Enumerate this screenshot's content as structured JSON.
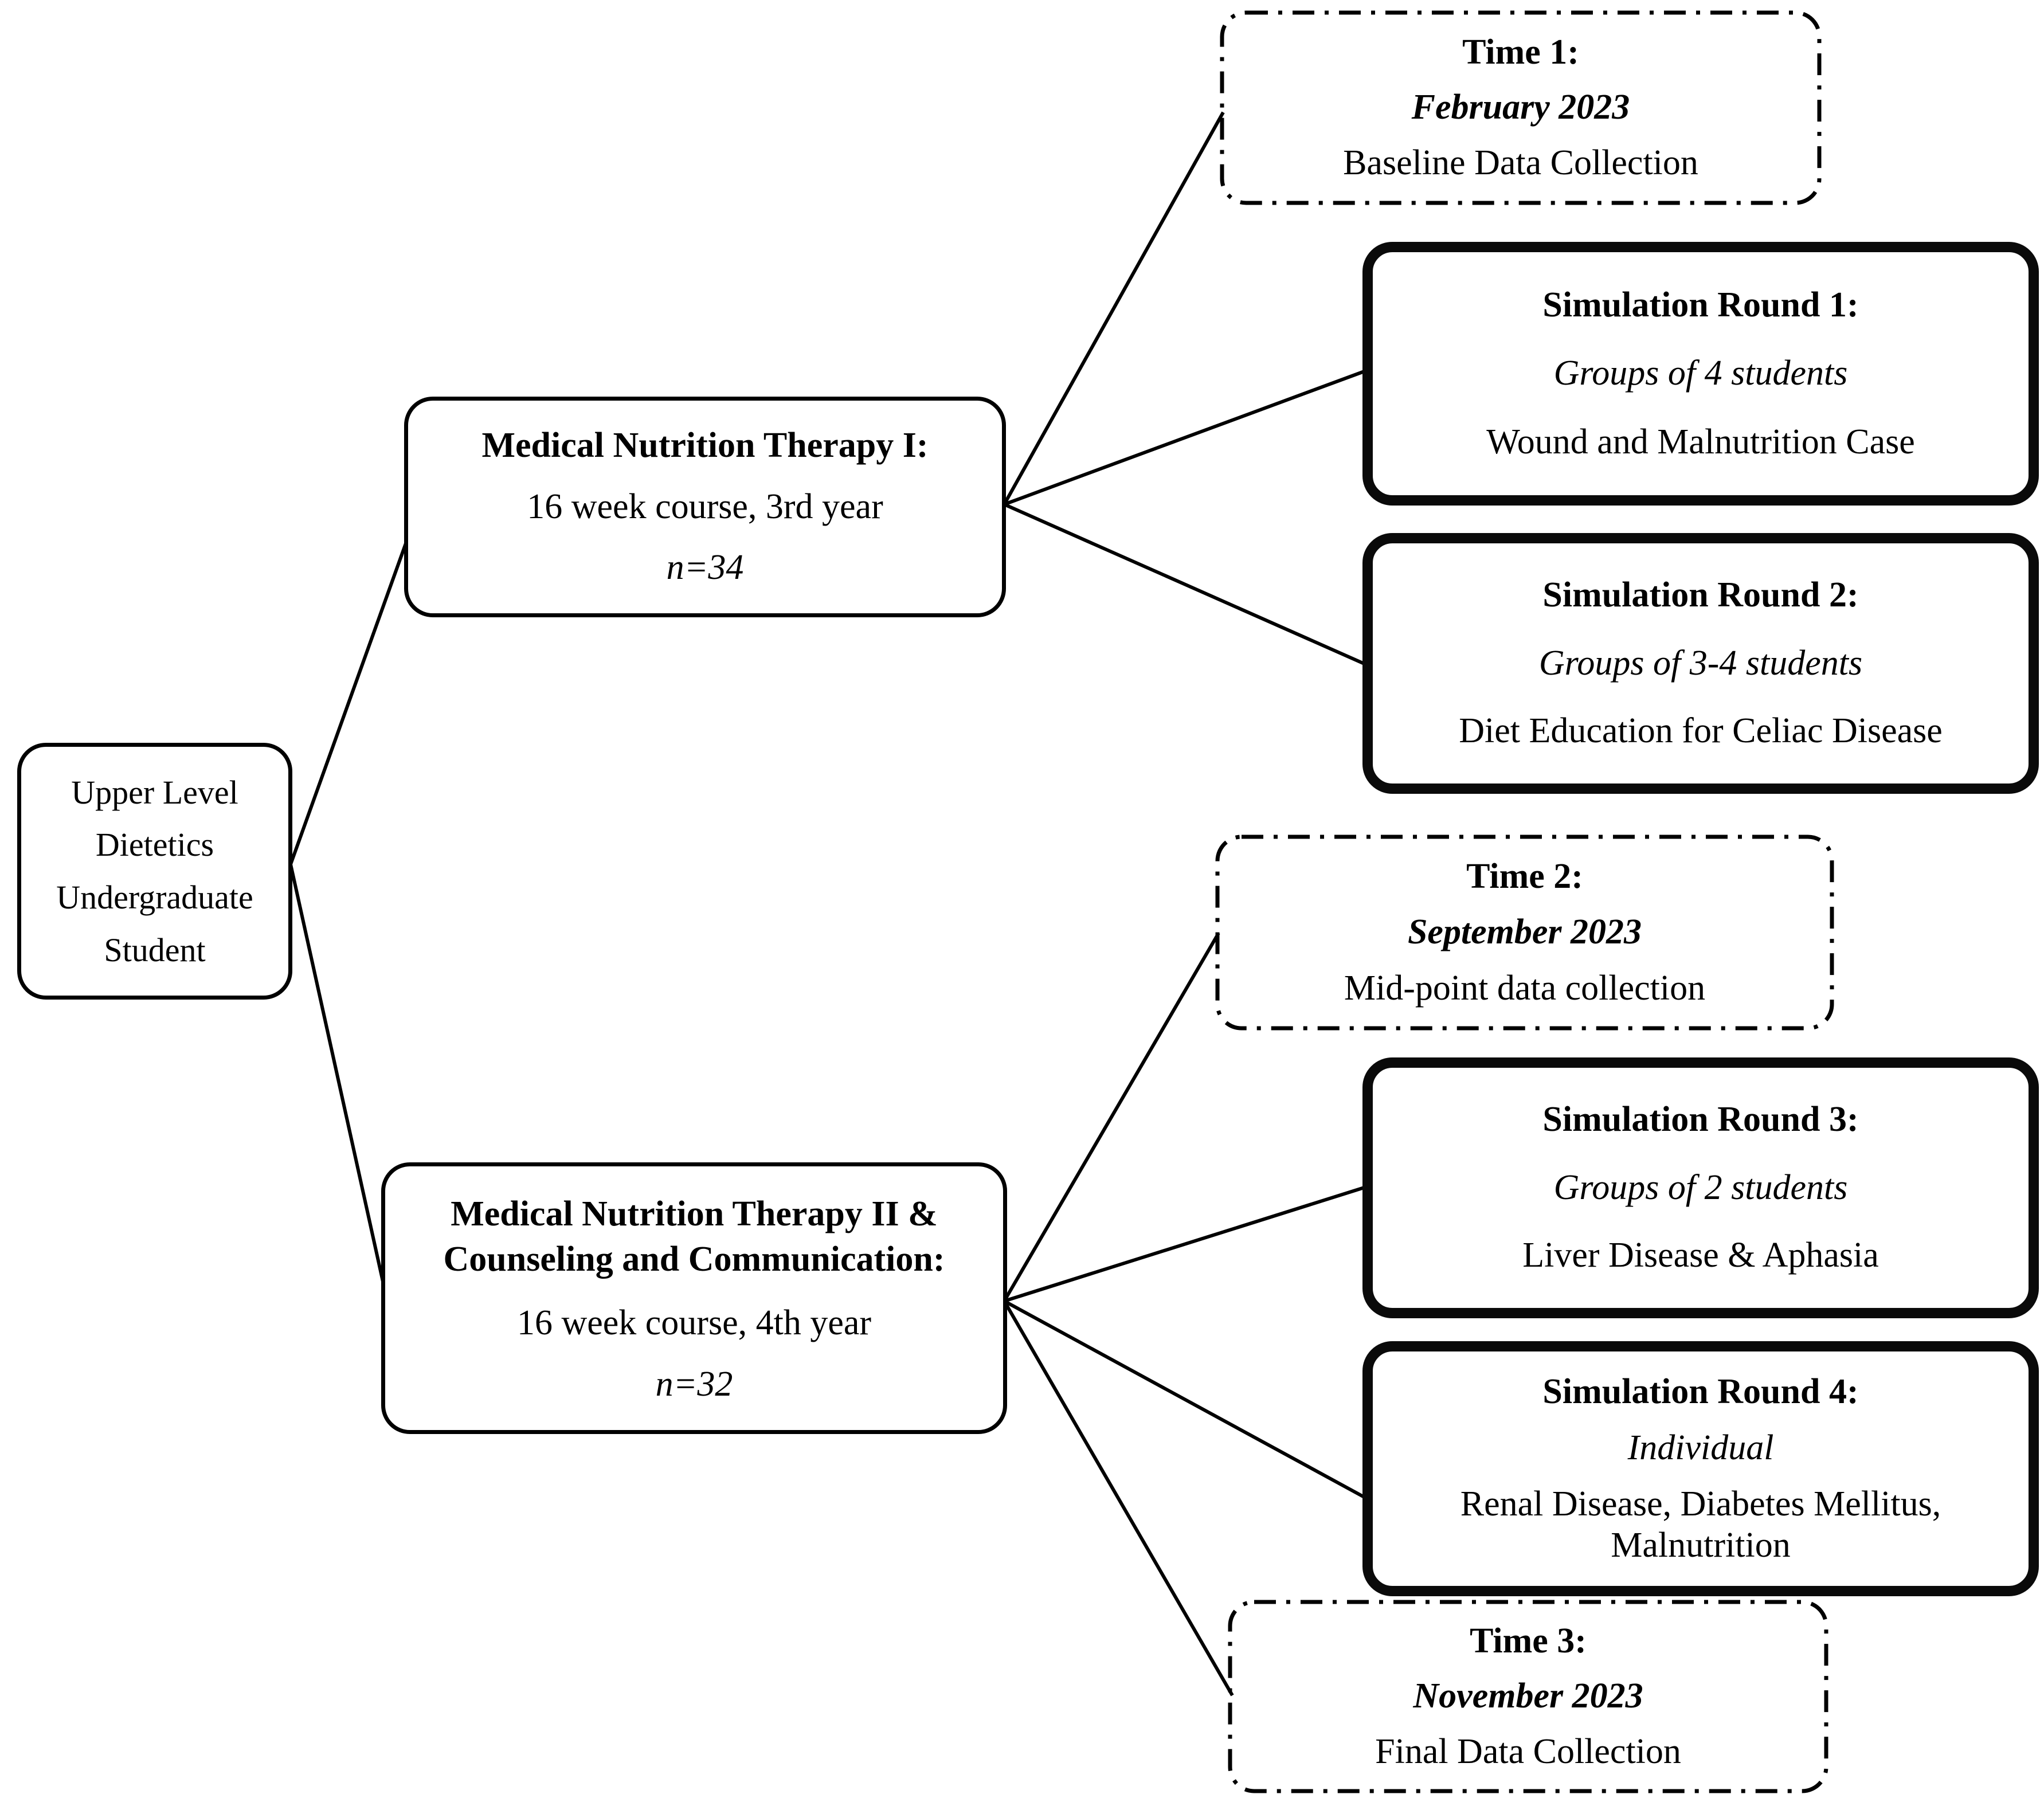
{
  "figure": {
    "description": "Study design flow diagram",
    "colors": {
      "ink": "#000000",
      "background": "#ffffff"
    }
  },
  "nodes": {
    "student": {
      "line1": "Upper Level",
      "line2": "Dietetics",
      "line3": "Undergraduate",
      "line4": "Student"
    },
    "mnt1": {
      "title": "Medical Nutrition Therapy I:",
      "detail": "16 week course, 3rd year",
      "enrollment": "n=34"
    },
    "mnt2": {
      "title1": "Medical Nutrition Therapy II &",
      "title2": "Counseling and Communication:",
      "detail": "16 week course, 4th year",
      "enrollment": "n=32"
    },
    "time1": {
      "title": "Time 1:",
      "date": "February 2023",
      "description": "Baseline Data Collection"
    },
    "sim1": {
      "title": "Simulation Round 1:",
      "grouping": "Groups of 4 students",
      "case": "Wound and Malnutrition Case"
    },
    "sim2": {
      "title": "Simulation Round 2:",
      "grouping": "Groups of 3-4 students",
      "case": "Diet Education for Celiac Disease"
    },
    "time2": {
      "title": "Time 2:",
      "date": "September 2023",
      "description": "Mid-point data collection"
    },
    "sim3": {
      "title": "Simulation Round 3:",
      "grouping": "Groups of 2 students",
      "case": "Liver Disease & Aphasia"
    },
    "sim4": {
      "title": "Simulation Round 4:",
      "grouping": "Individual",
      "case": "Renal Disease, Diabetes Mellitus, Malnutrition"
    },
    "time3": {
      "title": "Time 3:",
      "date": "November 2023",
      "description": "Final Data Collection"
    }
  },
  "edges": [
    {
      "from": "student",
      "to": "mnt1"
    },
    {
      "from": "student",
      "to": "mnt2"
    },
    {
      "from": "mnt1",
      "to": "time1"
    },
    {
      "from": "mnt1",
      "to": "sim1"
    },
    {
      "from": "mnt1",
      "to": "sim2"
    },
    {
      "from": "mnt2",
      "to": "time2"
    },
    {
      "from": "mnt2",
      "to": "sim3"
    },
    {
      "from": "mnt2",
      "to": "sim4"
    },
    {
      "from": "mnt2",
      "to": "time3"
    }
  ]
}
